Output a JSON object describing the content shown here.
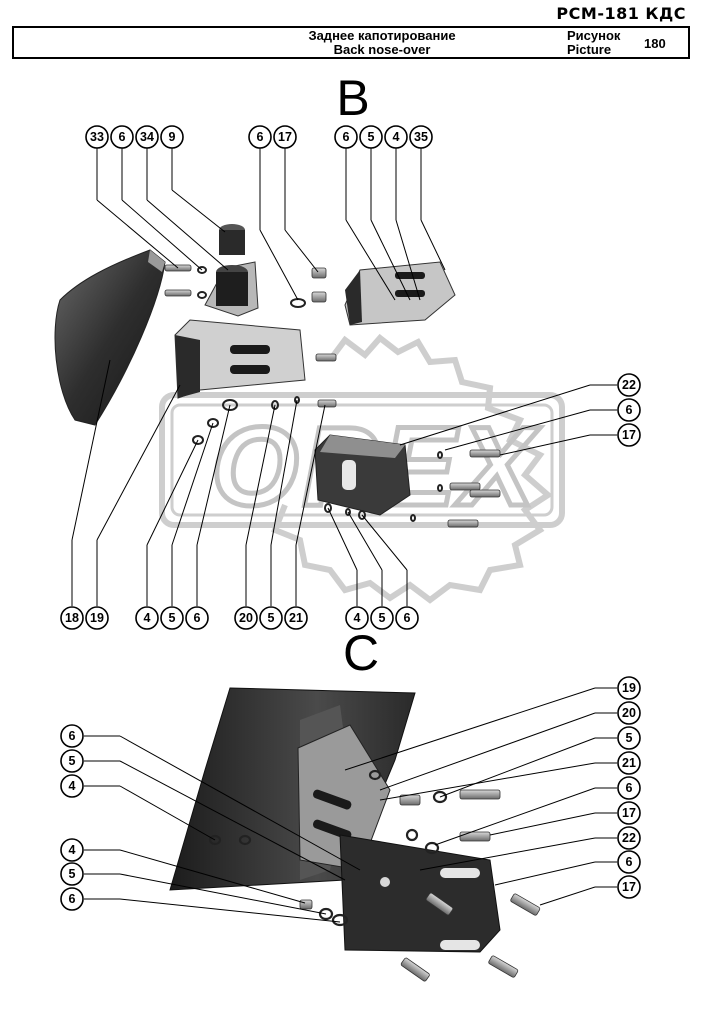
{
  "header": {
    "model": "РСМ-181 КДС",
    "title_ru": "Заднее капотирование",
    "title_en": "Back nose-over",
    "picture_ru": "Рисунок",
    "picture_en": "Picture",
    "picture_number": "180"
  },
  "views": [
    {
      "letter": "B"
    },
    {
      "letter": "C"
    }
  ],
  "watermark": "OPEX",
  "callouts_b": [
    "33",
    "6",
    "34",
    "9",
    "6",
    "17",
    "6",
    "5",
    "4",
    "35",
    "22",
    "6",
    "17",
    "18",
    "19",
    "4",
    "5",
    "6",
    "20",
    "5",
    "21",
    "4",
    "5",
    "6"
  ],
  "callouts_c": [
    "19",
    "20",
    "5",
    "21",
    "6",
    "17",
    "22",
    "6",
    "17",
    "6",
    "5",
    "4",
    "4",
    "5",
    "6"
  ],
  "colors": {
    "part_dark": "#3a3a3a",
    "part_mid": "#8a8a8a",
    "part_light": "#cfcfcf",
    "watermark": "#c8c8c8"
  }
}
